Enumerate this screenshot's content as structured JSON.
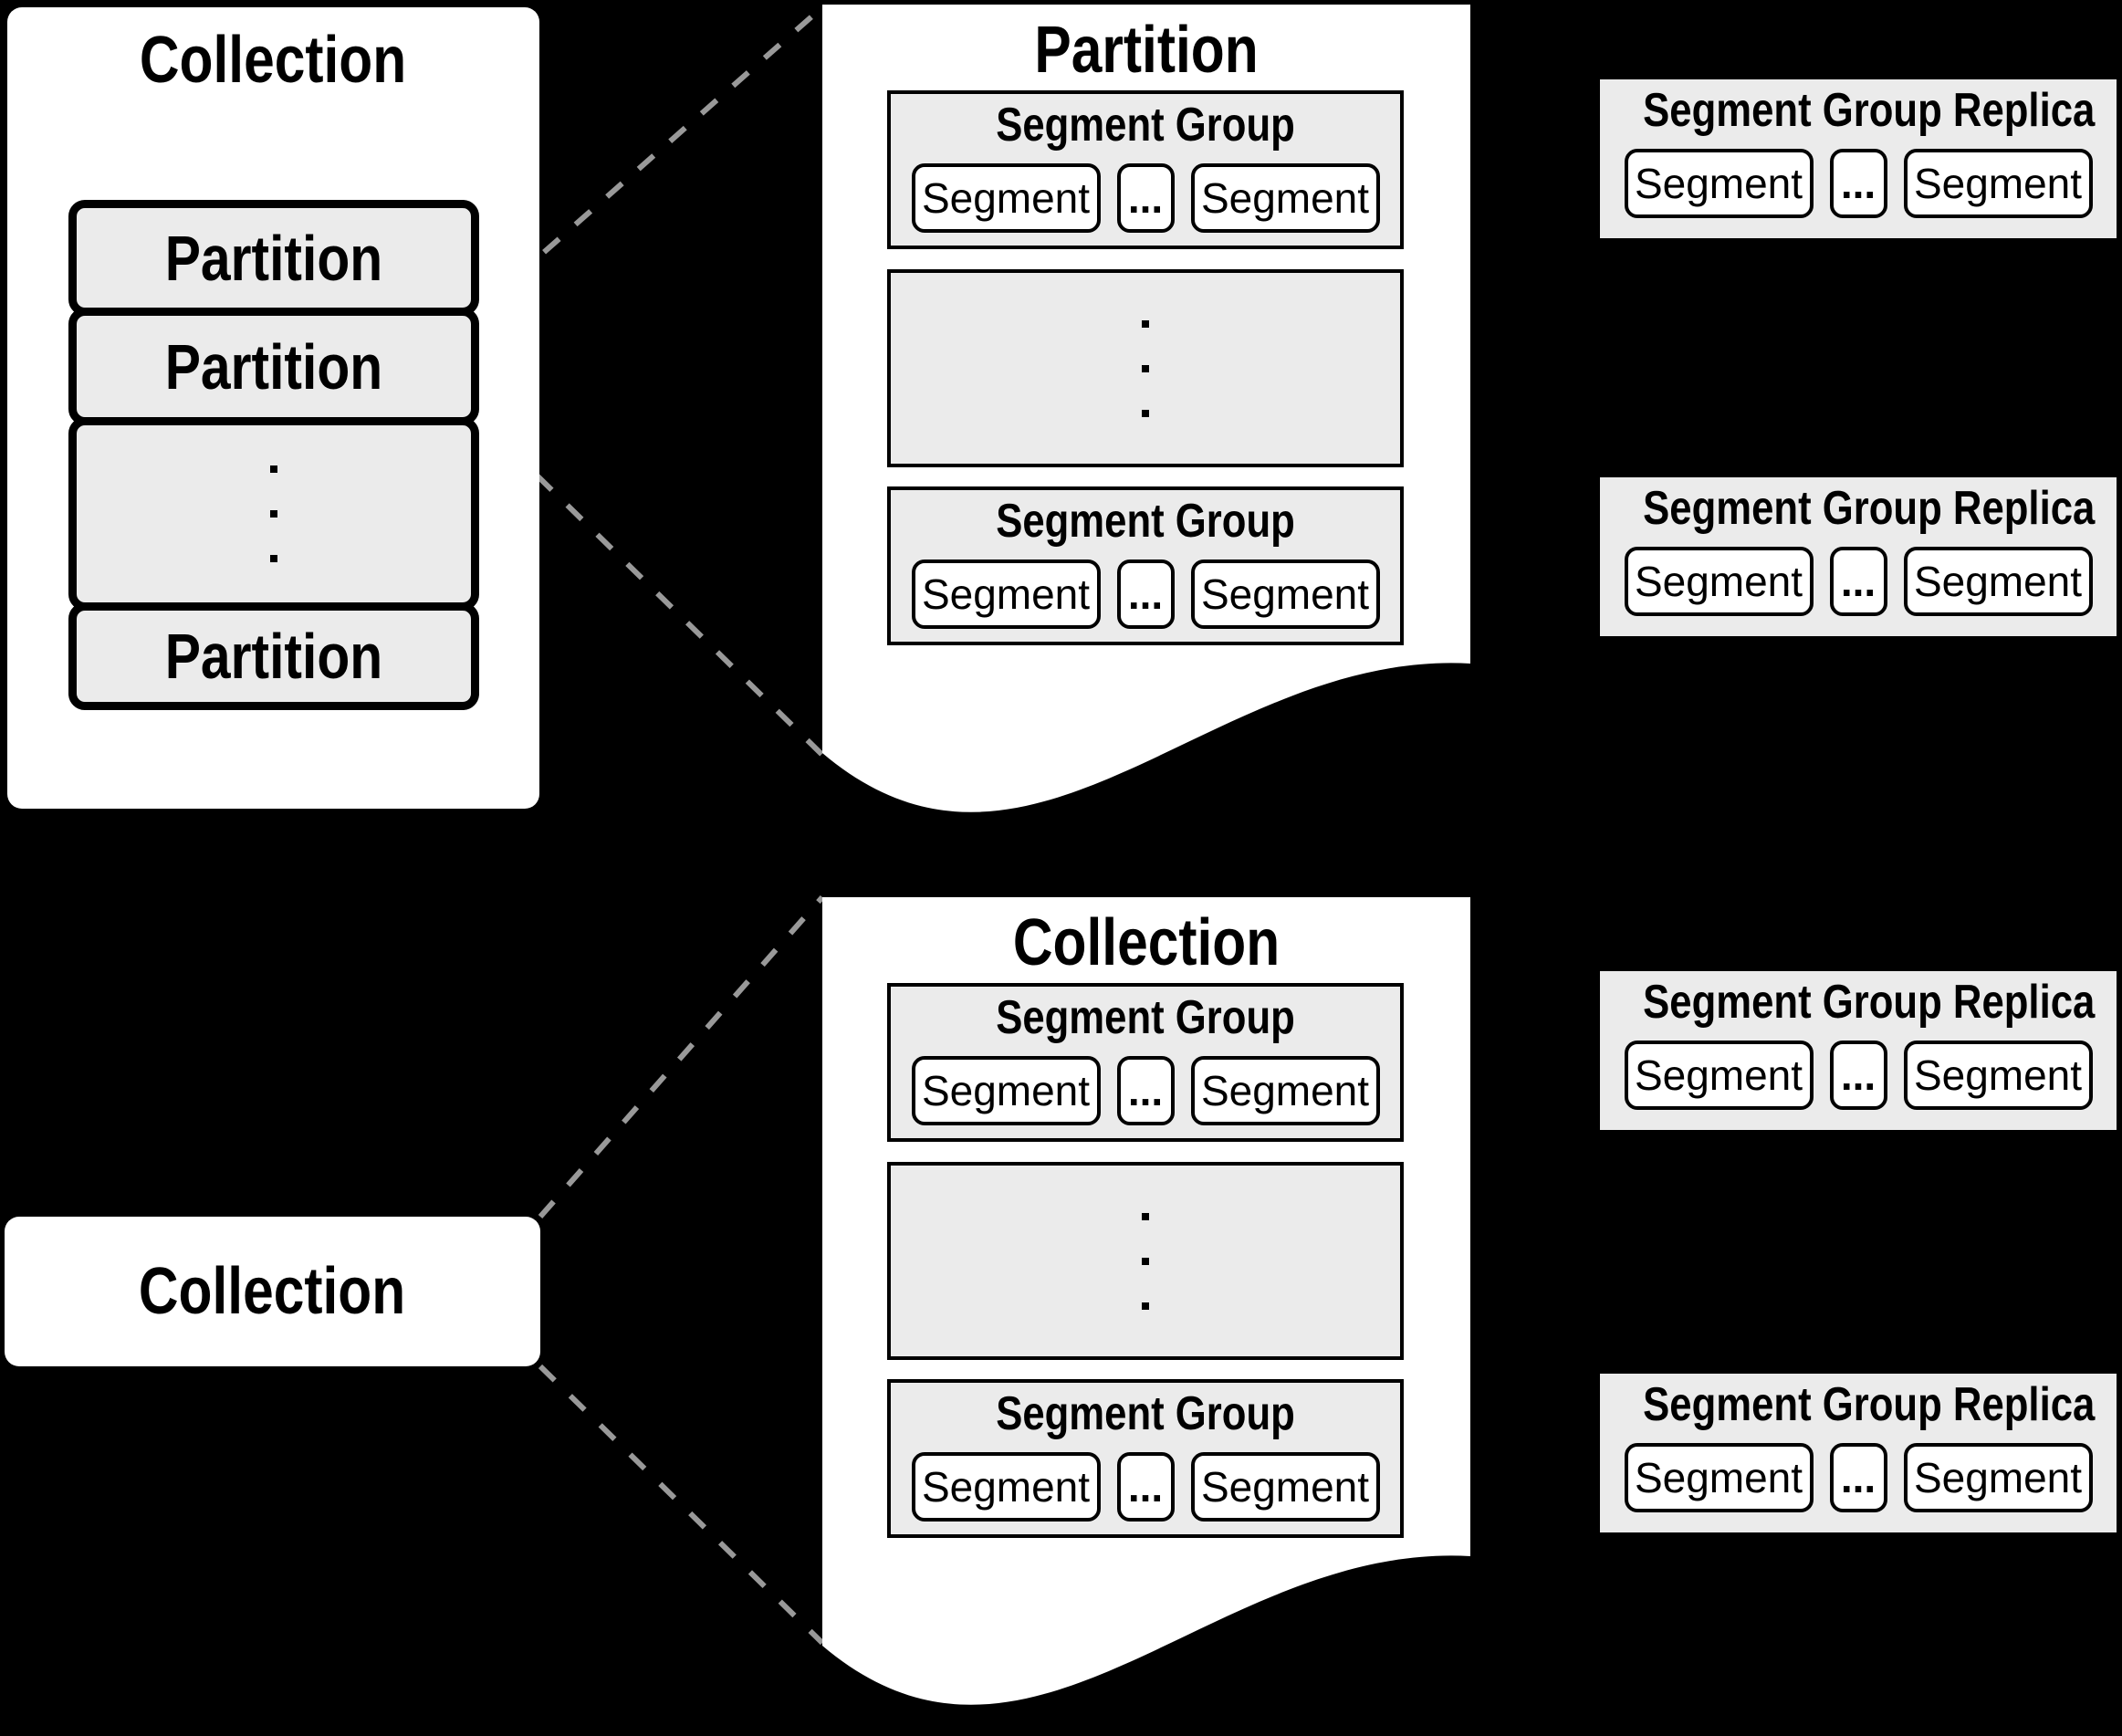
{
  "colors": {
    "background": "#000000",
    "panel": "#ffffff",
    "box_fill": "#ebebeb",
    "border": "#000000",
    "connector_dash": "#999999"
  },
  "top_row": {
    "collection_container": {
      "title": "Collection",
      "partitions": [
        "Partition",
        "Partition",
        "Partition"
      ]
    },
    "partition_page": {
      "title": "Partition",
      "segment_groups": [
        {
          "title": "Segment Group",
          "segments": [
            "Segment",
            "...",
            "Segment"
          ]
        },
        {
          "title": "Segment Group",
          "segments": [
            "Segment",
            "...",
            "Segment"
          ]
        }
      ]
    },
    "replicas": [
      {
        "title": "Segment Group Replica",
        "segments": [
          "Segment",
          "...",
          "Segment"
        ]
      },
      {
        "title": "Segment Group Replica",
        "segments": [
          "Segment",
          "...",
          "Segment"
        ]
      }
    ]
  },
  "bottom_row": {
    "collection_box": {
      "title": "Collection"
    },
    "collection_page": {
      "title": "Collection",
      "segment_groups": [
        {
          "title": "Segment Group",
          "segments": [
            "Segment",
            "...",
            "Segment"
          ]
        },
        {
          "title": "Segment Group",
          "segments": [
            "Segment",
            "...",
            "Segment"
          ]
        }
      ]
    },
    "replicas": [
      {
        "title": "Segment Group Replica",
        "segments": [
          "Segment",
          "...",
          "Segment"
        ]
      },
      {
        "title": "Segment Group Replica",
        "segments": [
          "Segment",
          "...",
          "Segment"
        ]
      }
    ]
  }
}
